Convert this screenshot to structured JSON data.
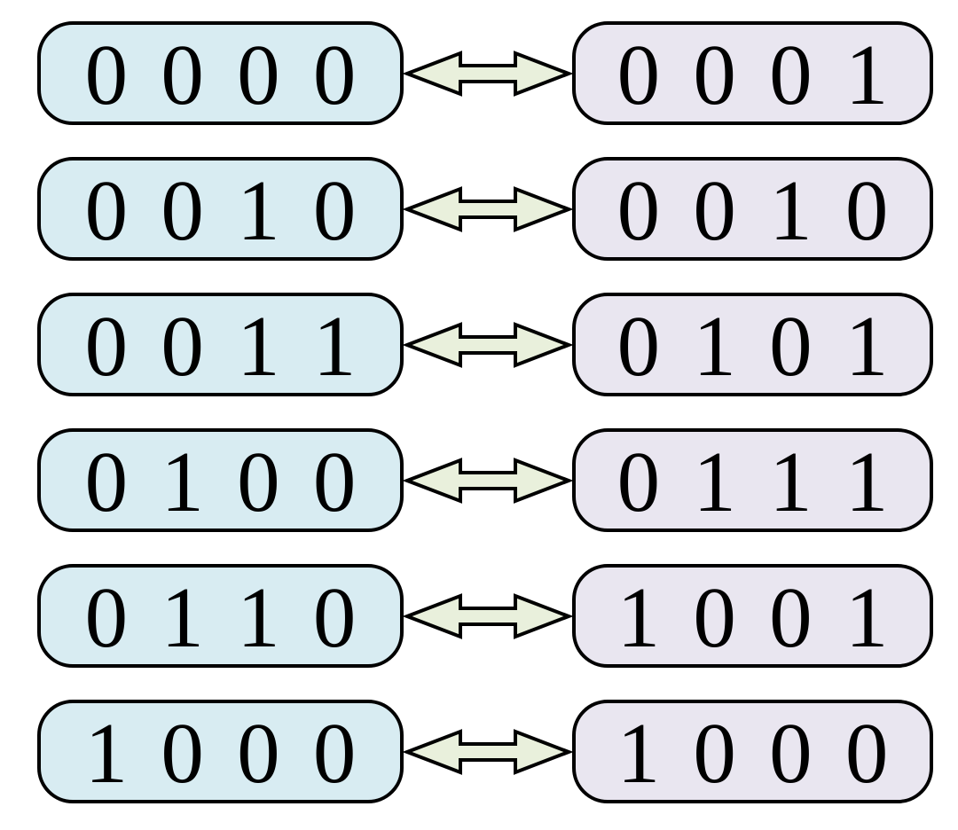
{
  "colors": {
    "left_box_fill": "#d8ecf2",
    "right_box_fill": "#e9e6f0",
    "arrow_fill": "#e9f0dc",
    "outline": "#000000"
  },
  "arrow_icon": "double-headed-arrow",
  "rows": [
    {
      "left": "0 0 0 0",
      "right": "0 0 0 1"
    },
    {
      "left": "0 0 1 0",
      "right": "0 0 1 0"
    },
    {
      "left": "0 0 1 1",
      "right": "0 1 0 1"
    },
    {
      "left": "0 1 0 0",
      "right": "0 1 1 1"
    },
    {
      "left": "0 1 1 0",
      "right": "1 0 0 1"
    },
    {
      "left": "1 0 0 0",
      "right": "1 0 0 0"
    }
  ]
}
